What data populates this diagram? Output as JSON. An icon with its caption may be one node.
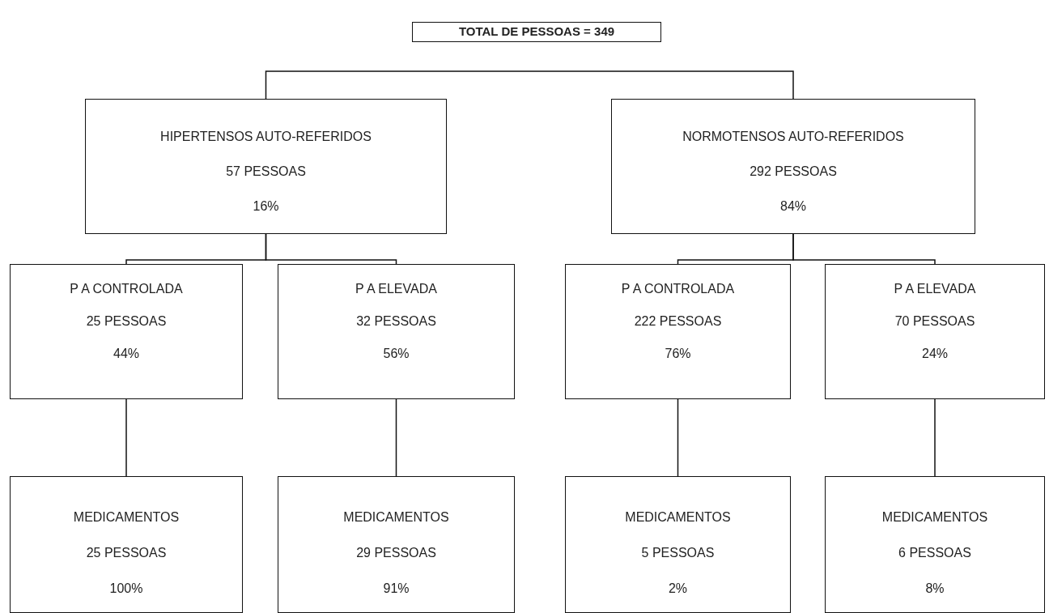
{
  "diagram": {
    "nodes": [
      {
        "text": [
          "TOTAL DE PESSOAS = 349"
        ]
      },
      {
        "text": [
          "HIPERTENSOS AUTO-REFERIDOS",
          "57 PESSOAS",
          "16%"
        ]
      },
      {
        "text": [
          "NORMOTENSOS AUTO-REFERIDOS",
          "292 PESSOAS",
          "84%"
        ]
      },
      {
        "text": [
          "P A CONTROLADA",
          "25 PESSOAS",
          "44%"
        ]
      },
      {
        "text": [
          "P A ELEVADA",
          "32 PESSOAS",
          "56%"
        ]
      },
      {
        "text": [
          "P A CONTROLADA",
          "222 PESSOAS",
          "76%"
        ]
      },
      {
        "text": [
          "P A ELEVADA",
          "70 PESSOAS",
          "24%"
        ]
      },
      {
        "text": [
          "MEDICAMENTOS",
          "25 PESSOAS",
          "100%"
        ]
      },
      {
        "text": [
          "MEDICAMENTOS",
          "29 PESSOAS",
          "91%"
        ]
      },
      {
        "text": [
          "MEDICAMENTOS",
          "5 PESSOAS",
          "2%"
        ]
      },
      {
        "text": [
          "MEDICAMENTOS",
          "6 PESSOAS",
          "8%"
        ]
      }
    ],
    "edges": [
      {
        "from": null,
        "to": 1,
        "arrow": "none"
      },
      {
        "from": null,
        "to": 2,
        "arrow": "none"
      },
      {
        "from": 1,
        "to": 3,
        "arrow": "none"
      },
      {
        "from": 1,
        "to": 4,
        "arrow": "none"
      },
      {
        "from": 2,
        "to": 5,
        "arrow": "none"
      },
      {
        "from": 2,
        "to": 6,
        "arrow": "none"
      },
      {
        "from": 3,
        "to": 7,
        "arrow": "none"
      },
      {
        "from": 4,
        "to": 8,
        "arrow": "none"
      },
      {
        "from": 5,
        "to": 9,
        "arrow": "none"
      },
      {
        "from": 6,
        "to": 10,
        "arrow": "none"
      }
    ]
  }
}
